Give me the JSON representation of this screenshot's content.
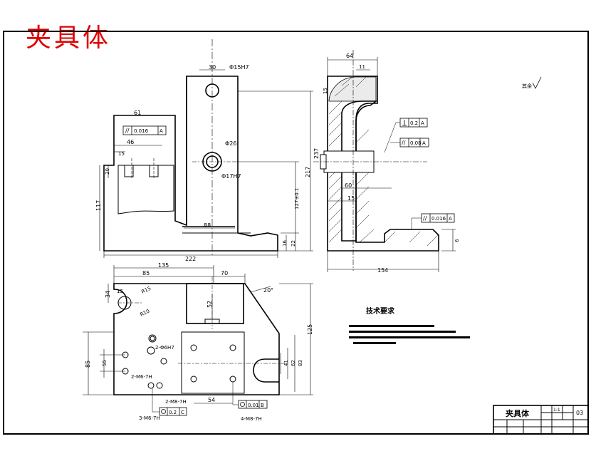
{
  "drawing_title": "夹具体",
  "notes": {
    "heading": "技术要求",
    "roughness": "其余"
  },
  "title_block": {
    "name": "夹具体",
    "scale": "1:1",
    "drawing_no": "03"
  },
  "dimensions": {
    "d_64": "64",
    "d_11": "11",
    "d_15_top": "15",
    "d_30": "30",
    "d_phi15h7": "Φ15H7",
    "d_phi26": "Φ26",
    "d_phi17h7": "Φ17H7",
    "d_61": "61",
    "d_46": "46",
    "d_15_left": "15",
    "d_20": "20",
    "d_117": "117",
    "d_88": "88",
    "d_16": "16",
    "d_22": "22",
    "d_222": "222",
    "d_217": "217",
    "d_237": "237",
    "d_60": "60",
    "d_15_right": "15",
    "d_154": "154",
    "d_6": "6",
    "d_135": "135",
    "d_85_top": "85",
    "d_70": "70",
    "d_34": "34",
    "d_r15": "R15",
    "d_r10": "R10",
    "d_52": "52",
    "d_20deg": "20°",
    "d_125": "125",
    "d_2_phi6h7": "2-Φ6H7",
    "d_85_left": "85",
    "d_55": "55",
    "d_2_m6": "2-M6-7H",
    "d_2_m8": "2-M8-7H",
    "d_3_m6": "3-M6-7H",
    "d_54": "54",
    "d_4_m8": "4-M8-7H",
    "d_41": "41",
    "d_62": "62",
    "d_83": "83",
    "d_127": "127±0.1"
  },
  "tolerances": {
    "perp_1": "0.2",
    "perp_1_ref": "A",
    "flat_1": "0.016",
    "flat_1_ref": "A",
    "par_2": "0.08",
    "par_2_ref": "A",
    "flat_2": "0.016",
    "flat_2_ref": "A",
    "pos_1": "0.2",
    "pos_1_ref": "C",
    "pos_2": "0.01",
    "pos_2_ref": "B"
  }
}
